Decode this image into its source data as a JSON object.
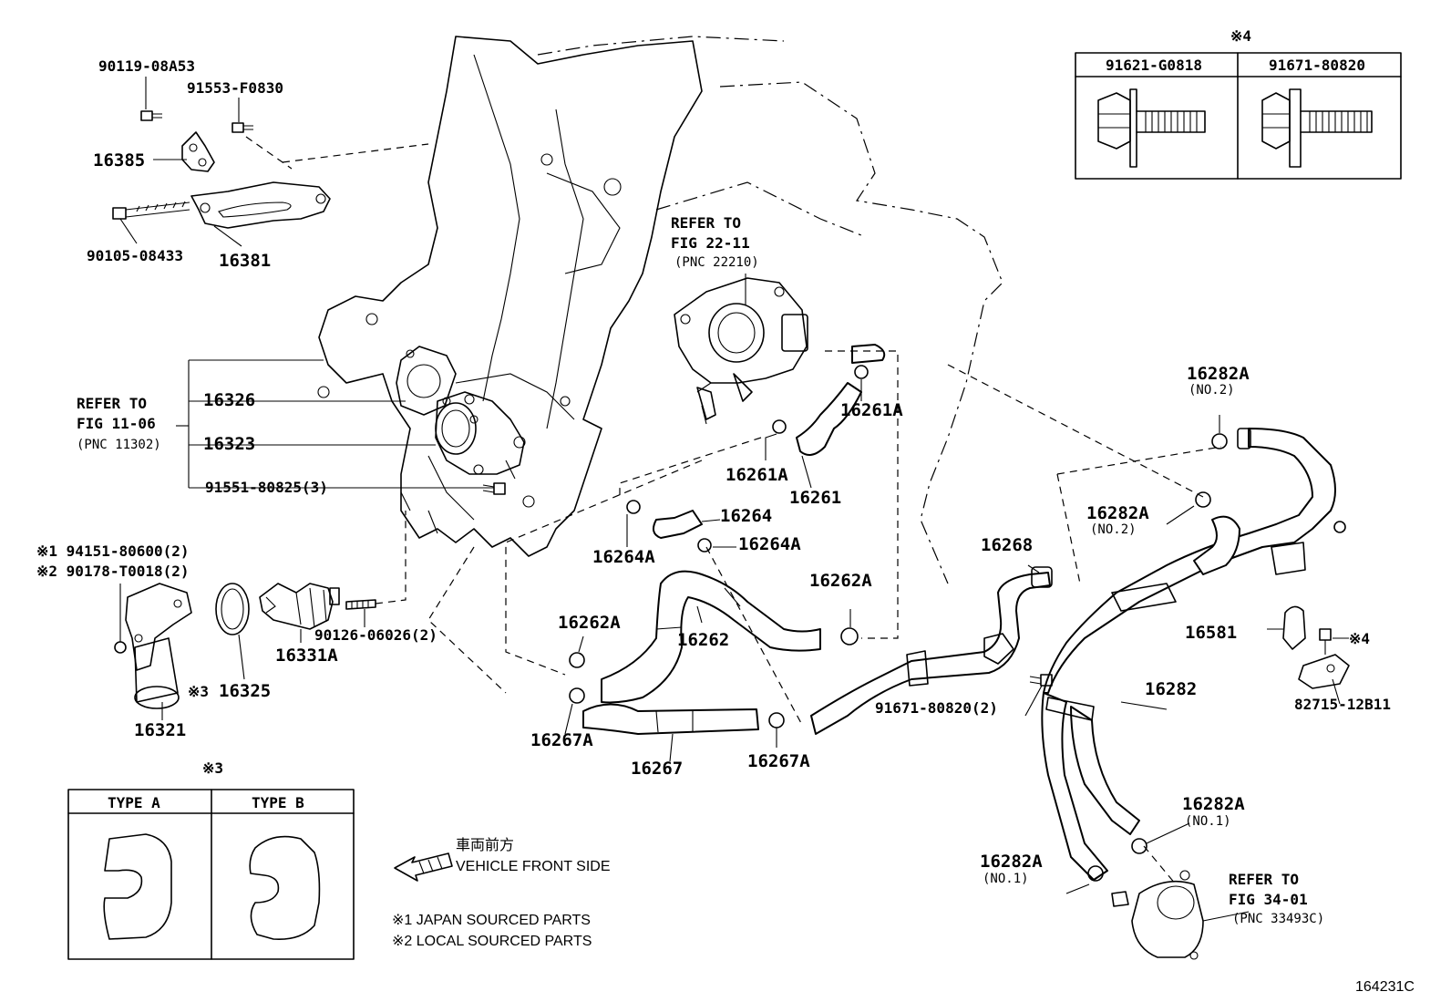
{
  "figure_id": "164231C",
  "parts": {
    "p90119": "90119-08A53",
    "p91553": "91553-F0830",
    "p16385": "16385",
    "p90105": "90105-08433",
    "p16381": "16381",
    "p16326": "16326",
    "p16323": "16323",
    "p91551": "91551-80825(3)",
    "p94151": "※1 94151-80600(2)",
    "p90178": "※2 90178-T0018(2)",
    "p16321": "16321",
    "p16325": "16325",
    "p16331A": "16331A",
    "p90126": "90126-06026(2)",
    "p16264": "16264",
    "p16264A_a": "16264A",
    "p16264A_b": "16264A",
    "p16261A_a": "16261A",
    "p16261A_b": "16261A",
    "p16261": "16261",
    "p16262A_a": "16262A",
    "p16262A_b": "16262A",
    "p16262": "16262",
    "p16267A_a": "16267A",
    "p16267A_b": "16267A",
    "p16267": "16267",
    "p16268": "16268",
    "p91671": "91671-80820(2)",
    "p16282A_a": "16282A",
    "p16282A_b": "16282A",
    "p16282A_c": "16282A",
    "p16282A_d": "16282A",
    "p16282": "16282",
    "p16581": "16581",
    "p82715": "82715-12B11",
    "no2_a": "(NO.2)",
    "no2_b": "(NO.2)",
    "no1_a": "(NO.1)",
    "no1_b": "(NO.1)",
    "mark3_16325": "※3",
    "mark4_16581": "※4"
  },
  "refs": {
    "ref1_line1": "REFER TO",
    "ref1_line2": "FIG 11-06",
    "ref1_line3": "(PNC 11302)",
    "ref2_line1": "REFER TO",
    "ref2_line2": "FIG 22-11",
    "ref2_line3": "(PNC 22210)",
    "ref3_line1": "REFER TO",
    "ref3_line2": "FIG 34-01",
    "ref3_line3": "(PNC 33493C)"
  },
  "bolt_table": {
    "mark": "※4",
    "col1": "91621-G0818",
    "col2": "91671-80820"
  },
  "type_table": {
    "mark": "※3",
    "col1": "TYPE A",
    "col2": "TYPE B"
  },
  "direction": {
    "jp": "車両前方",
    "en": "VEHICLE FRONT SIDE"
  },
  "notes": {
    "note1": "※1 JAPAN SOURCED PARTS",
    "note2": "※2 LOCAL SOURCED PARTS"
  }
}
